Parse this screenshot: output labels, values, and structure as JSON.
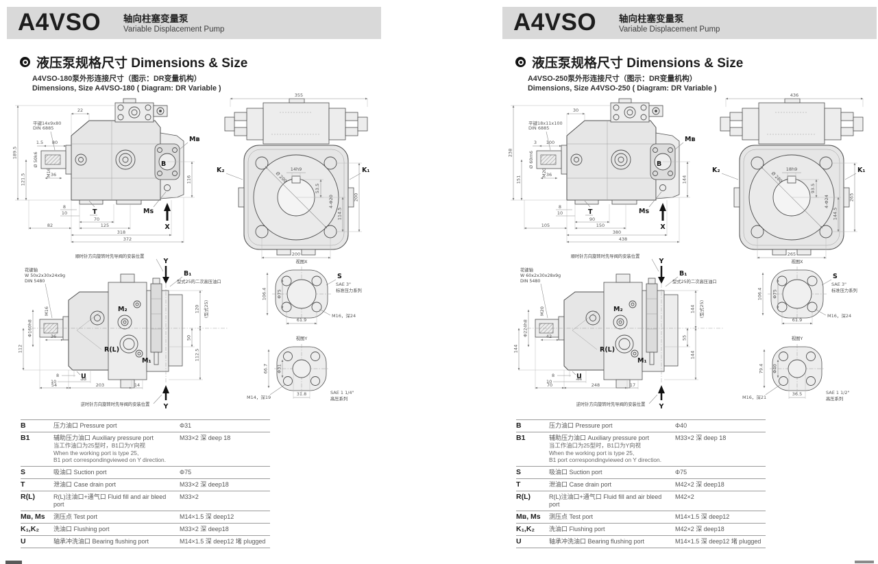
{
  "pages": [
    {
      "header": {
        "product": "A4VSO",
        "title_cn": "轴向柱塞变量泵",
        "title_en": "Variable Displacement Pump"
      },
      "section_title": "液压泵规格尺寸 Dimensions & Size",
      "caption_cn": "A4VSO-180泵外形连接尺寸（图示：DR变量机构）",
      "caption_en": "Dimensions, Size A4VSO-180 ( Diagram: DR Variable )",
      "side": {
        "key_line1": "平键14x9x80",
        "key_line2": "DIN 6885",
        "dim_a": "1.5",
        "dim_b": "80",
        "dim_c": "22",
        "dim_h1": "189.5",
        "dim_h2": "121.5",
        "shaft_dia": "Ø 50k6",
        "shaft_thread": "M16",
        "dim_d": "36",
        "port_b": "B",
        "port_mb": "Mʙ",
        "port_t": "T",
        "port_ms": "Ms",
        "axis_x": "X",
        "dim_e": "8",
        "dim_f": "10",
        "dim_g": "82",
        "dim_h": "70",
        "dim_i": "125",
        "dim_j": "318",
        "dim_k": "372",
        "dim_r": "116"
      },
      "front": {
        "dim_w": "355",
        "k2": "K₂",
        "k1": "K₁",
        "key": "14h9",
        "bolt_circle": "Ø 200",
        "dim_a": "53.5",
        "holes": "4-Φ20",
        "dim_b": "114.5",
        "dim_h": "200",
        "dim_wb": "200"
      },
      "top": {
        "callout_cw": "顺时针方向旋转时先导阀的安装位置",
        "callout_ccw": "逆时针方向旋转时先导阀的安装位置",
        "spline1": "花键轴",
        "spline2": "W 50x2x30x24x9g",
        "spline3": "DIN 5480",
        "b1": "B₁",
        "b1_note": "型式25的二次高压油口",
        "y": "Y",
        "dim_h1": "112",
        "pilot_dia": "Φ160h8",
        "shaft_thread": "M16",
        "dim_a": "36",
        "m2": "M₂",
        "rl": "R(L)",
        "m1": "M₁",
        "u": "U",
        "dim_r1": "120",
        "dim_r1b": "(型式25)",
        "dim_r2": "50",
        "dim_r3": "112.5",
        "dim_b1": "8",
        "dim_b2": "10",
        "dim_b3": "33",
        "dim_b4": "54",
        "dim_b5": "203",
        "dim_b6": "14"
      },
      "viewx": {
        "title": "视图X",
        "dim_h": "106.4",
        "dia": "Φ75",
        "s": "S",
        "sae1": "SAE 3\"",
        "sae2": "标准压力系列",
        "thread": "M16，深24",
        "dim_w": "61.9"
      },
      "viewy": {
        "title": "视图Y",
        "dim_h": "66.7",
        "dia": "Φ31",
        "thread": "M14，深19",
        "dim_w": "31.8",
        "sae1": "SAE 1 1/4\"",
        "sae2": "高压系列"
      },
      "table": {
        "rows": [
          {
            "code": "B",
            "desc": "压力油口 Pressure port",
            "spec": "Φ31"
          },
          {
            "code": "B1",
            "desc": "辅助压力油口 Auxiliary pressure port",
            "note1": "当工作油口为25型时，B1口为Y向视",
            "note2": "When the working port is type 25,",
            "note3": "B1 port correspondingviewed on Y direction.",
            "spec": "M33×2 深 deep 18"
          },
          {
            "code": "S",
            "desc": "吸油口 Suction port",
            "spec": "Φ75"
          },
          {
            "code": "T",
            "desc": "泄油口 Case drain port",
            "spec": "M33×2 深 deep18"
          },
          {
            "code": "R(L)",
            "desc": "R(L)注油口+通气口 Fluid fill and air bleed port",
            "spec": "M33×2"
          },
          {
            "code": "Mʙ, Ms",
            "desc": "测压点 Test port",
            "spec": "M14×1.5 深 deep12"
          },
          {
            "code": "K₁,K₂",
            "desc": "洗油口 Flushing port",
            "spec": "M33×2 深 deep18"
          },
          {
            "code": "U",
            "desc": "轴承冲洗油口 Bearing flushing port",
            "spec": "M14×1.5 深 deep12 堵 plugged"
          }
        ]
      }
    },
    {
      "header": {
        "product": "A4VSO",
        "title_cn": "轴向柱塞变量泵",
        "title_en": "Variable Displacement Pump"
      },
      "section_title": "液压泵规格尺寸 Dimensions & Size",
      "caption_cn": "A4VSO-250泵外形连接尺寸（图示：DR变量机构）",
      "caption_en": "Dimensions, Size A4VSO-250 ( Diagram: DR Variable )",
      "side": {
        "key_line1": "平键18x11x100",
        "key_line2": "DIN 6885",
        "dim_a": "3",
        "dim_b": "100",
        "dim_c": "30",
        "dim_h1": "238",
        "dim_h2": "151",
        "shaft_dia": "Ø 60m6",
        "shaft_thread": "M20",
        "dim_d": "36",
        "port_b": "B",
        "port_mb": "Mʙ",
        "port_t": "T",
        "port_ms": "Ms",
        "axis_x": "X",
        "dim_e": "8",
        "dim_f": "10",
        "dim_g": "105",
        "dim_h": "90",
        "dim_i": "150",
        "dim_j": "380",
        "dim_k": "438",
        "dim_r": "144"
      },
      "front": {
        "dim_w": "436",
        "k2": "K₂",
        "k1": "K₁",
        "key": "18h9",
        "bolt_circle": "Ø 280",
        "dim_a": "93.5",
        "holes": "4-Φ24",
        "dim_b": "144.5",
        "dim_h": "265",
        "dim_wb": "265"
      },
      "top": {
        "callout_cw": "顺时针方向旋转时先导阀的安装位置",
        "callout_ccw": "逆时针方向旋转时先导阀的安装位置",
        "spline1": "花键轴",
        "spline2": "W 60x2x30x28x9g",
        "spline3": "DIN 5480",
        "b1": "B₁",
        "b1_note": "型式25的二次高压油口",
        "y": "Y",
        "dim_h1": "144",
        "pilot_dia": "Φ224h8",
        "shaft_thread": "M20",
        "dim_a": "42",
        "m2": "M₂",
        "rl": "R(L)",
        "m1": "M₁",
        "u": "U",
        "dim_r1": "144",
        "dim_r1b": "(型式25)",
        "dim_r2": "55",
        "dim_r3": "144",
        "dim_b1": "8",
        "dim_b2": "10",
        "dim_b3": "44",
        "dim_b4": "70",
        "dim_b5": "248",
        "dim_b6": "17"
      },
      "viewx": {
        "title": "视图X",
        "dim_h": "106.4",
        "dia": "Φ75",
        "s": "S",
        "sae1": "SAE 3\"",
        "sae2": "标准压力系列",
        "thread": "M16，深24",
        "dim_w": "61.9"
      },
      "viewy": {
        "title": "视图Y",
        "dim_h": "79.4",
        "dia": "Φ40",
        "thread": "M16，深21",
        "dim_w": "36.5",
        "sae1": "SAE 1 1/2\"",
        "sae2": "高压系列"
      },
      "table": {
        "rows": [
          {
            "code": "B",
            "desc": "压力油口 Pressure port",
            "spec": "Φ40"
          },
          {
            "code": "B1",
            "desc": "辅助压力油口 Auxiliary pressure port",
            "note1": "当工作油口为25型时，B1口为Y向视",
            "note2": "When the working port is type 25,",
            "note3": "B1 port correspondingviewed on Y direction.",
            "spec": "M33×2 深 deep 18"
          },
          {
            "code": "S",
            "desc": "吸油口 Suction port",
            "spec": "Φ75"
          },
          {
            "code": "T",
            "desc": "泄油口 Case drain port",
            "spec": "M42×2 深 deep18"
          },
          {
            "code": "R(L)",
            "desc": "R(L)注油口+通气口 Fluid fill and air bleed port",
            "spec": "M42×2"
          },
          {
            "code": "Mʙ, Ms",
            "desc": "测压点 Test port",
            "spec": "M14×1.5 深 deep12"
          },
          {
            "code": "K₁,K₂",
            "desc": "洗油口 Flushing port",
            "spec": "M42×2 深 deep18"
          },
          {
            "code": "U",
            "desc": "轴承冲洗油口 Bearing flushing port",
            "spec": "M14×1.5 深 deep12 堵 plugged"
          }
        ]
      }
    }
  ]
}
